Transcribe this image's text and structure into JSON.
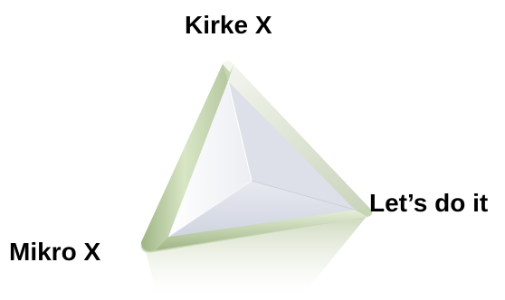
{
  "diagram": {
    "labels": {
      "top": "Kirke X",
      "right": "Let’s do it",
      "left": "Mikro X"
    },
    "colors": {
      "edge_light": "#e6efd9",
      "edge_dark": "#a9bc8f",
      "face_light": "#ffffff",
      "face_shade": "#dfe1e8",
      "face_blue": "#d3d8e6"
    }
  }
}
